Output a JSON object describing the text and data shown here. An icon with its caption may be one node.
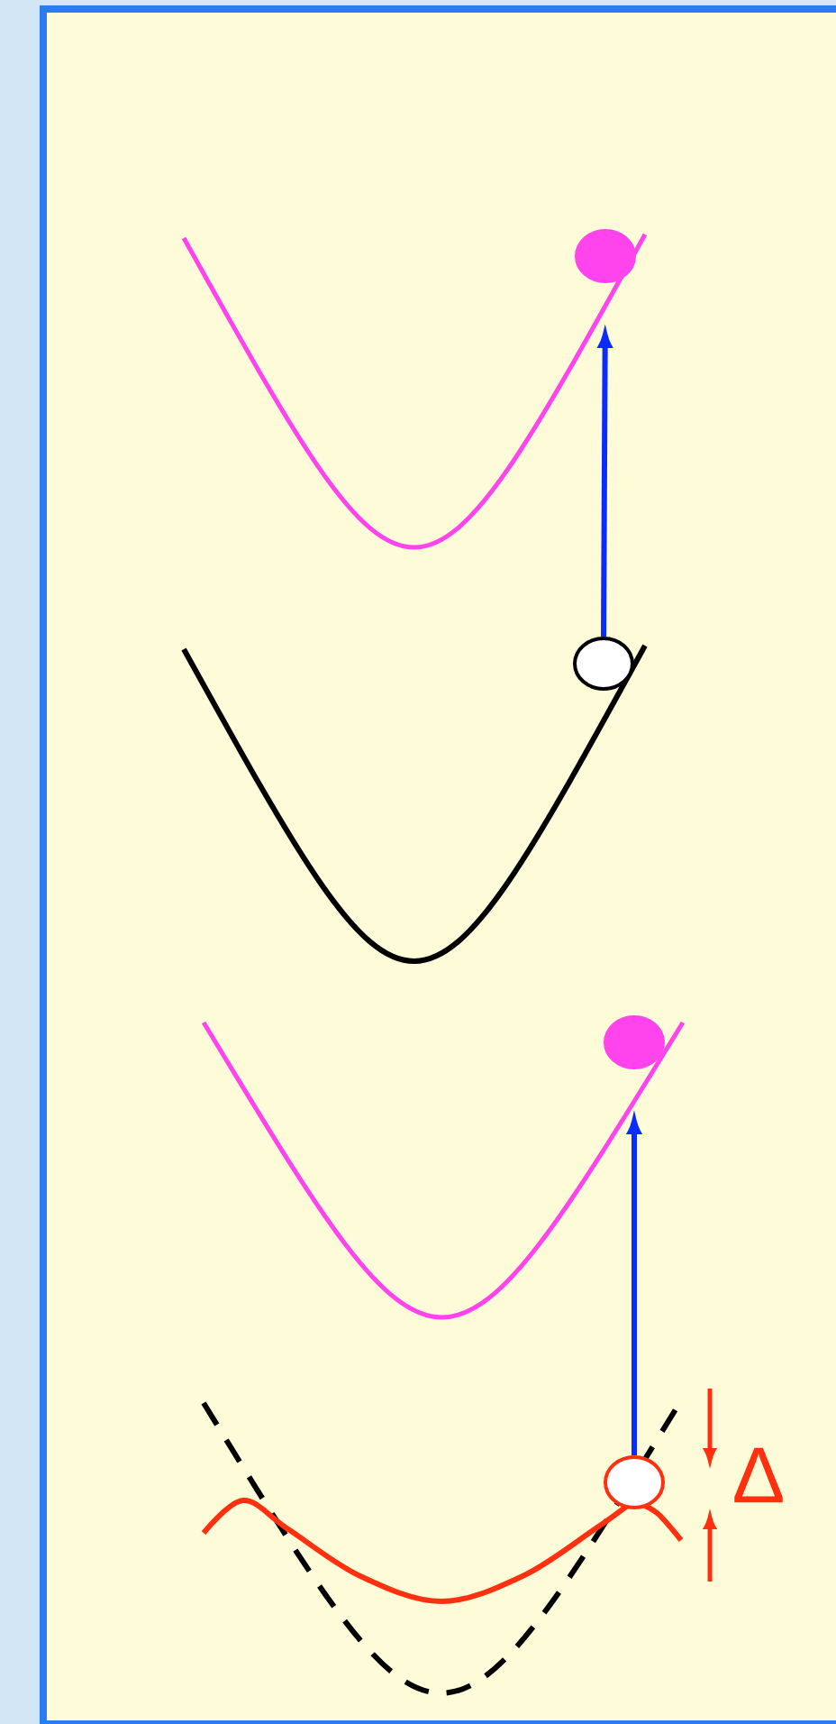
{
  "diagram": {
    "nodes": [
      {
        "text": [],
        "shape": "circle"
      },
      {
        "text": [],
        "shape": "circle"
      },
      {
        "text": [],
        "shape": "circle"
      },
      {
        "text": [],
        "shape": "circle"
      }
    ],
    "edges": [
      {
        "from": 1,
        "to": 0,
        "arrow": "to"
      },
      {
        "from": 3,
        "to": 2,
        "arrow": "to"
      }
    ],
    "labels": [
      "Δ"
    ]
  }
}
